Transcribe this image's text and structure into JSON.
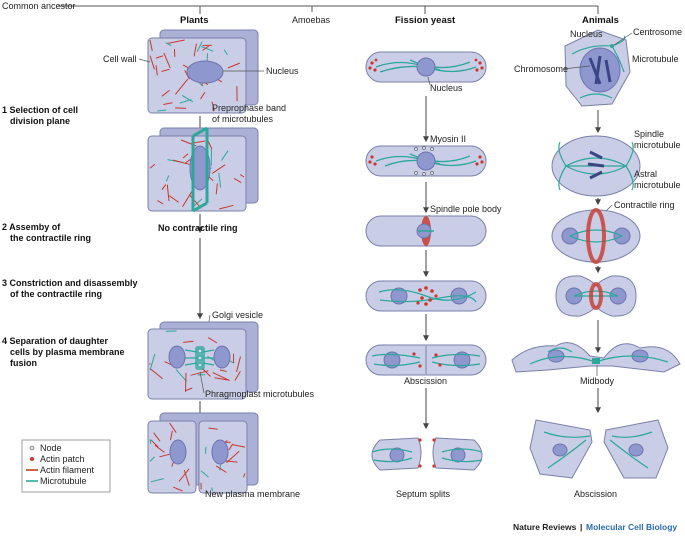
{
  "tree": {
    "root": "Common ancestor",
    "amoebas": "Amoebas"
  },
  "columns": {
    "plants": "Plants",
    "fission_yeast": "Fission yeast",
    "animals": "Animals"
  },
  "steps": {
    "s1a": "1  Selection of cell",
    "s1b": "division plane",
    "s2a": "2  Assemby of",
    "s2b": "the contractile ring",
    "s3a": "3  Constriction and disassembly",
    "s3b": "of the contractile ring",
    "s4a": "4  Separation of daughter",
    "s4b": "cells by plasma membrane",
    "s4c": "fusion"
  },
  "plant_labels": {
    "cell_wall": "Cell wall",
    "nucleus": "Nucleus",
    "ppb_a": "Preprophase band",
    "ppb_b": "of microtubules",
    "no_ring": "No contractile ring",
    "golgi": "Golgi vesicle",
    "phragmoplast": "Phragmoplast microtubules",
    "new_membrane": "New plasma membrane"
  },
  "yeast_labels": {
    "nucleus": "Nucleus",
    "myosin": "Myosin II",
    "spb": "Spindle pole body",
    "abscission": "Abscission",
    "septum": "Septum splits"
  },
  "animal_labels": {
    "nucleus": "Nucleus",
    "centrosome": "Centrosome",
    "microtubule": "Microtubule",
    "chromosome": "Chromosome",
    "spindle_a": "Spindle",
    "spindle_b": "microtubule",
    "astral_a": "Astral",
    "astral_b": "microtubule",
    "ring": "Contractile ring",
    "midbody": "Midbody",
    "abscission": "Abscission"
  },
  "legend": {
    "node": "Node",
    "actin_patch": "Actin patch",
    "actin_filament": "Actin filament",
    "microtubule": "Microtubule"
  },
  "credit": {
    "journal": "Nature Reviews",
    "separator": "|",
    "field": "Molecular Cell Biology"
  },
  "colors": {
    "cell_fill": "#c9cde6",
    "cell_stroke": "#7a80a8",
    "nucleus": "#8f97cf",
    "actin": "#c8382e",
    "microtubule": "#2ba89a",
    "line": "#555555"
  }
}
